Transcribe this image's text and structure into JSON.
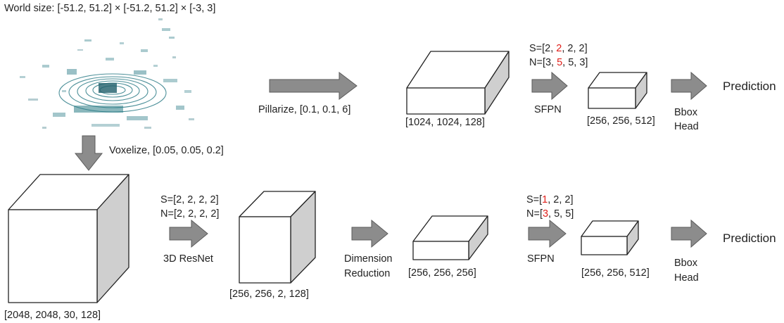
{
  "world_size": "World size: [-51.2, 51.2] × [-51.2, 51.2] × [-3, 3]",
  "pillar_branch": {
    "pillarize_label": "Pillarize, [0.1, 0.1, 6]",
    "grid_dims": "[1024, 1024, 128]",
    "sfpn_s_prefix": "S=[2, ",
    "sfpn_s_highlight": "2",
    "sfpn_s_suffix": ", 2, 2]",
    "sfpn_n_prefix": "N=[3, ",
    "sfpn_n_highlight": "5",
    "sfpn_n_suffix": ", 5, 3]",
    "sfpn_label": "SFPN",
    "output_dims": "[256, 256, 512]",
    "bbox_head_line1": "Bbox",
    "bbox_head_line2": "Head",
    "prediction": "Prediction"
  },
  "voxel_branch": {
    "voxelize_label": "Voxelize, [0.05, 0.05, 0.2]",
    "voxel_dims": "[2048, 2048, 30, 128]",
    "resnet_s": "S=[2, 2, 2, 2]",
    "resnet_n": "N=[2, 2, 2, 2]",
    "resnet_label": "3D ResNet",
    "resnet_dims": "[256, 256, 2, 128]",
    "dim_reduction_line1": "Dimension",
    "dim_reduction_line2": "Reduction",
    "reduced_dims": "[256, 256, 256]",
    "sfpn_s_prefix": "S=[",
    "sfpn_s_highlight": "1",
    "sfpn_s_suffix": ", 2, 2]",
    "sfpn_n_prefix": "N=[",
    "sfpn_n_highlight": "3",
    "sfpn_n_suffix": ", 5, 5]",
    "sfpn_label": "SFPN",
    "output_dims": "[256, 256, 512]",
    "bbox_head_line1": "Bbox",
    "bbox_head_line2": "Head",
    "prediction": "Prediction"
  },
  "colors": {
    "highlight": "#e0201b",
    "arrow_fill": "#8c8c8c",
    "cube_side": "#cfcfcf",
    "point_cloud": "#2e7d88"
  }
}
